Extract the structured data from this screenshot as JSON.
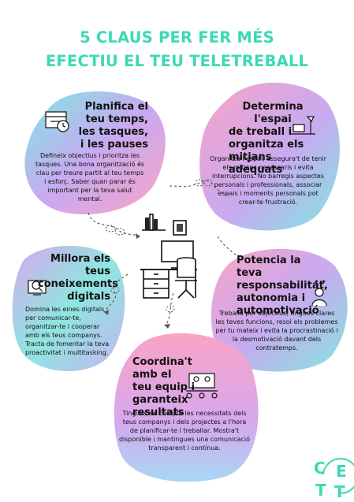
{
  "title": {
    "line1": "5 CLAUS PER FER MÉS",
    "line2": "EFECTIU EL TEU TELETREBALL"
  },
  "tips": [
    {
      "heading": [
        "Planifica el",
        "teu temps,",
        "les tasques,",
        "i les pauses"
      ],
      "body": "Defineix objectius i prioritza les tasques. Una bona organització és clau per treure partit al teu temps i esforç. Saber quan parar és important per la teva salut mental.",
      "icon": "calendar-clock-icon"
    },
    {
      "heading": [
        "Determina l'espai",
        "de treball i",
        "organitza els",
        "mitjans adequats"
      ],
      "body": "Organitza l'espai, assegura't de tenir els mitjans necessaris i evita interrupcions. No barregis aspectes personals i professionals, associar espais i moments personals pot crear-te frustració.",
      "icon": "desk-lamp-icon"
    },
    {
      "heading": [
        "Millora els teus",
        "coneixements",
        "digitals"
      ],
      "body": "Domina les eines digitals per comunicar-te, organitzar-te i cooperar amb els teus companys. Tracta de fomentar la teva proactivitat i multitasking.",
      "icon": "magnifier-monitor-icon"
    },
    {
      "heading": [
        "Potencia la teva",
        "responsabilitat,",
        "autonomia i",
        "automotivació"
      ],
      "body": "Treballa per objectius, tingues clares les teves funcions, resol els problemes per tu mateix i evita la procrastinació i la desmotivació davant dels contratemps.",
      "icon": "person-stars-icon"
    },
    {
      "heading": [
        "Coordina't amb el",
        "teu equip i",
        "garanteix",
        "resultats"
      ],
      "body": "Tingues en compte les necessitats dels teus companys i dels projectes a l'hora de planificar-te i treballar. Mostra't disponible i mantingues una comunicació transparent i contínua.",
      "icon": "team-meeting-icon"
    }
  ],
  "logo": {
    "letters": [
      "C",
      "E",
      "T",
      "T"
    ]
  },
  "colors": {
    "accent": "#3dd9b4",
    "pink": "#f7a1c4",
    "lilac": "#c9a6ee",
    "aqua": "#8ee6e0"
  }
}
